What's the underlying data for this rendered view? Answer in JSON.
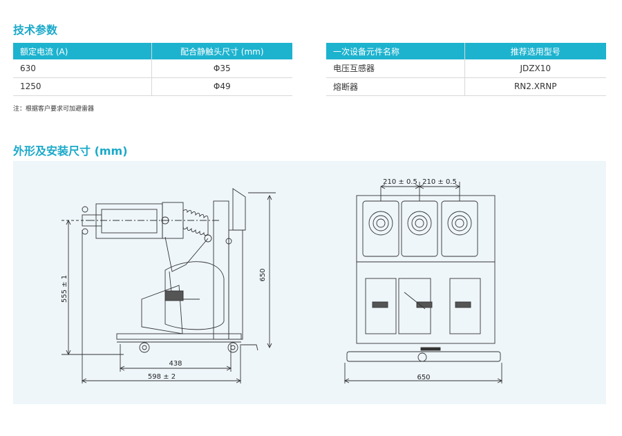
{
  "tech_params": {
    "title": "技术参数",
    "table1": {
      "headers": [
        "额定电流 (A)",
        "配合静触头尺寸 (mm)"
      ],
      "rows": [
        [
          "630",
          "Φ35"
        ],
        [
          "1250",
          "Φ49"
        ]
      ]
    },
    "table2": {
      "headers": [
        "一次设备元件名称",
        "推荐选用型号"
      ],
      "rows": [
        [
          "电压互感器",
          "JDZX10"
        ],
        [
          "熔断器",
          "RN2.XRNP"
        ]
      ]
    },
    "note": "注：根据客户要求可加避雷器"
  },
  "dimensions": {
    "title": "外形及安装尺寸 (mm)",
    "side_view": {
      "height_label": "555 ± 1",
      "overall_height_label": "650",
      "depth_label": "438",
      "total_depth_label": "598 ± 2"
    },
    "front_view": {
      "pitch_left_label": "210 ± 0.5",
      "pitch_right_label": "210 ± 0.5",
      "width_label": "650"
    }
  },
  "colors": {
    "accent": "#1aa9c9",
    "header_bg": "#1db3cf",
    "panel_bg": "#eef6fa"
  }
}
